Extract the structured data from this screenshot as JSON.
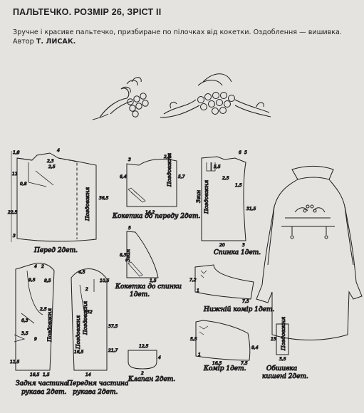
{
  "header": {
    "title": "ПАЛЬТЕЧКО. РОЗМІР 26, ЗРІСТ ІІ",
    "description": "Зручне і красиве пальтечко, призбиране по пілочках від кокетки. Оздоблення — вишивка. Автор",
    "author": "Т. ЛИСАК."
  },
  "labels": {
    "front": "Перед 2дет.",
    "front_yoke": "Кокетка до переду 2дет.",
    "back": "Спинка 1дет.",
    "back_yoke": "Кокетка до спинки",
    "back_yoke_count": "1дет.",
    "collar_lower": "Нижній комір 1дет.",
    "collar": "Комір 1дет.",
    "pocket_trim_1": "Обшивка",
    "pocket_trim_2": "кишені 2дет.",
    "flap": "Клапан 2дет.",
    "sleeve_back_1": "Задня частина",
    "sleeve_back_2": "рукава 2дет.",
    "sleeve_front_1": "Передня частина",
    "sleeve_front_2": "рукава 2дет.",
    "grain": "Поздовжня",
    "fold": "Згин"
  },
  "measurements": {
    "f1": "1,8",
    "f2": "4",
    "f3": "2,3",
    "f4": "2,5",
    "f5": "0,8",
    "f6": "11",
    "f7": "22,5",
    "f8": "36,5",
    "f9": "3",
    "fy1": "6,4",
    "fy2": "5,7",
    "fy3": "14,2",
    "fy4": "3",
    "fy5": "2,5",
    "b1": "6",
    "b2": "5",
    "b3": "2,5",
    "b4": "1,5",
    "b5": "5,5",
    "b6": "31,5",
    "b7": "20",
    "b8": "3",
    "by1": "5",
    "by2": "8,3",
    "by3": "1,5",
    "cl1": "7,2",
    "cl2": "1",
    "cl3": "7,5",
    "c1": "5,5",
    "c2": "16,5",
    "c3": "7,5",
    "c4": "8,4",
    "c5": "1",
    "p1": "15",
    "p2": "3,5",
    "fl1": "12,5",
    "fl2": "4",
    "fl3": "2",
    "sb1": "4",
    "sb2": "2",
    "sb3": "8,5",
    "sb4": "9,5",
    "sb5": "6,3",
    "sb6": "2,5",
    "sb7": "3,5",
    "sb8": "9",
    "sb9": "16,5",
    "sb10": "1,5",
    "sb11": "11,5",
    "sf1": "4,5",
    "sf2": "10,5",
    "sf3": "2",
    "sf4": "32",
    "sf5": "37,5",
    "sf6": "21,7",
    "sf7": "16,5",
    "sf8": "14"
  },
  "colors": {
    "ink": "#1e1e1e",
    "paper": "#e4e3e0"
  }
}
